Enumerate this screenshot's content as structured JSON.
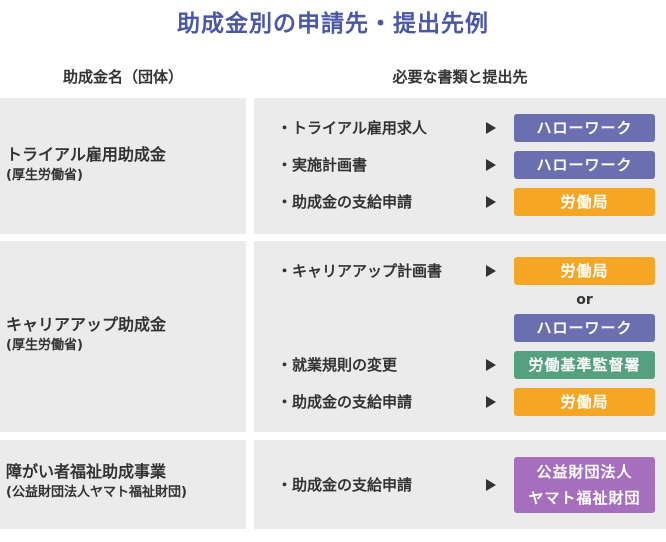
{
  "title": "助成金別の申請先・提出先例",
  "headers": {
    "left": "助成金名（団体）",
    "right": "必要な書類と提出先"
  },
  "colors": {
    "title": "#4a57a6",
    "blue": "#6b6fb0",
    "orange": "#f6a625",
    "green": "#55a07e",
    "purple": "#a56fbe",
    "cell": "#ebebeb"
  },
  "rows": [
    {
      "name": "トライアル雇用助成金",
      "body": "(厚生労働省)",
      "items": [
        {
          "doc": "・トライアル雇用求人",
          "dest": "ハローワーク"
        },
        {
          "doc": "・実施計画書",
          "dest": "ハローワーク"
        },
        {
          "doc": "・助成金の支給申請",
          "dest": "労働局"
        }
      ]
    },
    {
      "name": "キャリアアップ助成金",
      "body": "(厚生労働省)",
      "items": [
        {
          "doc": "・キャリアアップ計画書",
          "dest": "労働局",
          "or": "or",
          "alt": "ハローワーク"
        },
        {
          "doc": "・就業規則の変更",
          "dest": "労働基準監督署"
        },
        {
          "doc": "・助成金の支給申請",
          "dest": "労働局"
        }
      ]
    },
    {
      "name": "障がい者福祉助成事業",
      "body": "(公益財団法人ヤマト福祉財団)",
      "items": [
        {
          "doc": "・助成金の支給申請",
          "dest_line1": "公益財団法人",
          "dest_line2": "ヤマト福祉財団"
        }
      ]
    }
  ]
}
